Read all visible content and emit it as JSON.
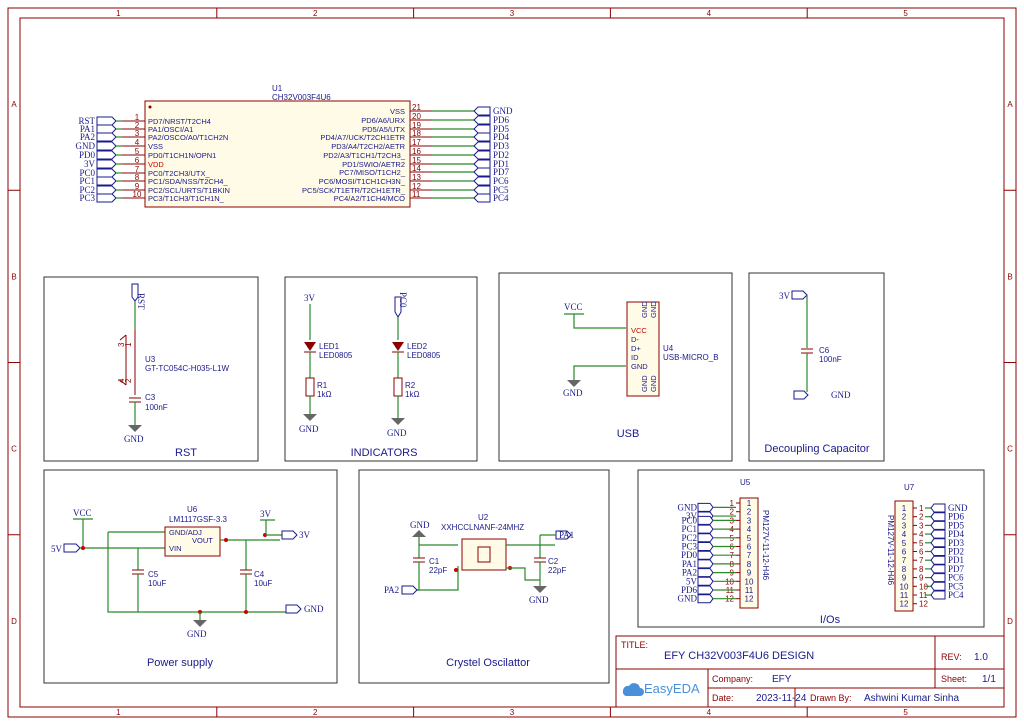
{
  "frame": {
    "cols": [
      "1",
      "2",
      "3",
      "4",
      "5"
    ],
    "rows": [
      "A",
      "B",
      "C",
      "D"
    ]
  },
  "u1": {
    "ref": "U1",
    "part": "CH32V003F4U6",
    "left_pins": [
      {
        "num": "1",
        "name": "PD7/NRST/T2CH4",
        "net": "RST"
      },
      {
        "num": "2",
        "name": "PA1/OSCI/A1",
        "net": "PA1"
      },
      {
        "num": "3",
        "name": "PA2/OSCO/A0/T1CH2N",
        "net": "PA2"
      },
      {
        "num": "4",
        "name": "VSS",
        "net": "GND"
      },
      {
        "num": "5",
        "name": "PD0/T1CH1N/OPN1",
        "net": "PD0"
      },
      {
        "num": "6",
        "name": "VDD",
        "net": "3V"
      },
      {
        "num": "7",
        "name": "PC0/T2CH3/UTX_",
        "net": "PC0"
      },
      {
        "num": "8",
        "name": "PC1/SDA/NSS/T2CH4_",
        "net": "PC1"
      },
      {
        "num": "9",
        "name": "PC2/SCL/URTS/T1BKIN",
        "net": "PC2"
      },
      {
        "num": "10",
        "name": "PC3/T1CH3/T1CH1N_",
        "net": "PC3"
      }
    ],
    "right_pins": [
      {
        "num": "21",
        "name": "VSS",
        "net": "GND"
      },
      {
        "num": "20",
        "name": "PD6/A6/URX",
        "net": "PD6"
      },
      {
        "num": "19",
        "name": "PD5/A5/UTX",
        "net": "PD5"
      },
      {
        "num": "18",
        "name": "PD4/A7/UCK/T2CH1ETR",
        "net": "PD4"
      },
      {
        "num": "17",
        "name": "PD3/A4/T2CH2/AETR",
        "net": "PD3"
      },
      {
        "num": "16",
        "name": "PD2/A3/T1CH1/T2CH3_",
        "net": "PD2"
      },
      {
        "num": "15",
        "name": "PD1/SWIO/AETR2",
        "net": "PD1"
      },
      {
        "num": "14",
        "name": "PC7/MISO/T1CH2_",
        "net": "PD7"
      },
      {
        "num": "13",
        "name": "PC6/MOSI/T1CH1CH3N_",
        "net": "PC6"
      },
      {
        "num": "12",
        "name": "PC5/SCK/T1ETR/T2CH1ETR_",
        "net": "PC5"
      },
      {
        "num": "11",
        "name": "PC4/A2/T1CH4/MCO",
        "net": "PC4"
      }
    ]
  },
  "blocks": {
    "rst": {
      "title": "RST",
      "net": "RST",
      "ref": "U3",
      "part": "GT-TC054C-H035-L1W",
      "cap_ref": "C3",
      "cap_val": "100nF",
      "gnd": "GND",
      "p1": "1",
      "p2": "2",
      "p3": "3",
      "p4": "4"
    },
    "ind": {
      "title": "INDICATORS",
      "v1": "3V",
      "v2": "PC0",
      "led1": "LED1",
      "led2": "LED2",
      "led_part": "LED0805",
      "r1": "R1",
      "r2": "R2",
      "rval": "1kΩ",
      "gnd": "GND"
    },
    "usb": {
      "title": "USB",
      "vcc": "VCC",
      "gnd": "GND",
      "ref": "U4",
      "part": "USB-MICRO_B",
      "pins": [
        "VCC",
        "D-",
        "D+",
        "ID",
        "GND"
      ],
      "gnd_pins": "GND"
    },
    "dec": {
      "title": "Decoupling Capacitor",
      "v": "3V",
      "gnd": "GND",
      "ref": "C6",
      "val": "100nF"
    },
    "pwr": {
      "title": "Power supply",
      "vcc": "VCC",
      "in": "5V",
      "v3": "3V",
      "v3_flag": "3V",
      "gnd": "GND",
      "gnd_flag": "GND",
      "ref": "U6",
      "part": "LM1117GSF-3.3",
      "pin_gnd": "GND/ADJ",
      "pin_vin": "VIN",
      "pin_vout": "VOUT",
      "c5": "C5",
      "c5v": "10uF",
      "c4": "C4",
      "c4v": "10uF"
    },
    "osc": {
      "title": "Crystel Oscilattor",
      "ref": "U2",
      "part": "XXHCCLNANF-24MHZ",
      "gnd": "GND",
      "pa1": "PA1",
      "pa2": "PA2",
      "c1": "C1",
      "c1v": "22pF",
      "c2": "C2",
      "c2v": "22pF"
    },
    "ios": {
      "title": "I/Os",
      "u5": "U5",
      "u5part": "PM127V-11-12-H46",
      "u5_nets": [
        "GND",
        "3V",
        "",
        "PC0",
        "PC1",
        "PC2",
        "PC3",
        "PD0",
        "PA1",
        "PA2",
        "5V",
        "PD6",
        "GND"
      ],
      "u7": "U7",
      "u7part": "PM127V-11-12-H46",
      "u7_nets": [
        "GND",
        "PD6",
        "PD5",
        "PD4",
        "PD3",
        "PD2",
        "PD1",
        "PD7",
        "PC6",
        "PC5",
        "PC4"
      ],
      "pins": [
        "1",
        "2",
        "3",
        "4",
        "5",
        "6",
        "7",
        "8",
        "9",
        "10",
        "11",
        "12"
      ]
    }
  },
  "title_block": {
    "title_label": "TITLE:",
    "title": "EFY CH32V003F4U6 DESIGN",
    "rev_label": "REV:",
    "rev": "1.0",
    "company_label": "Company:",
    "company": "EFY",
    "sheet_label": "Sheet:",
    "sheet": "1/1",
    "date_label": "Date:",
    "date": "2023-11-24",
    "drawn_label": "Drawn By:",
    "drawn": "Ashwini Kumar Sinha",
    "logo": "EasyEDA",
    "colors": {
      "frame": "#8b0000",
      "wire": "#2a8a2a",
      "text": "#1a1a8c",
      "logo": "#4a90d9"
    }
  }
}
